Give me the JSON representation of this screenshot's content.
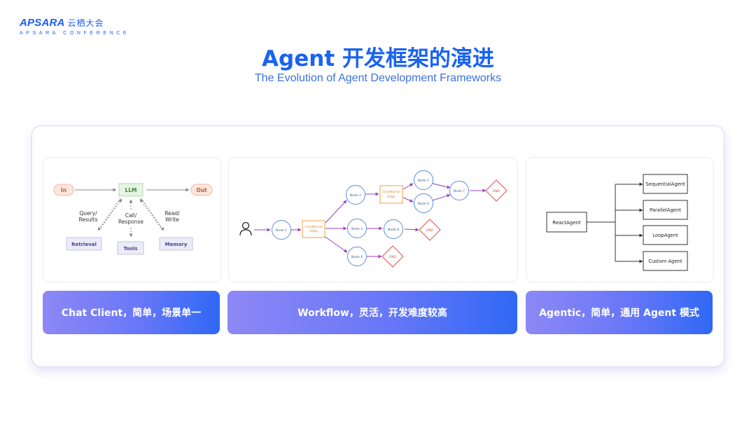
{
  "brand": {
    "name": "APSARA",
    "cn": "云栖大会",
    "sub": "APSARA CONFERENCE"
  },
  "title": "Agent 开发框架的演进",
  "subtitle": "The Evolution of Agent Development Frameworks",
  "chat_client": {
    "in": "In",
    "llm": "LLM",
    "out": "Out",
    "query_1": "Query/",
    "query_2": "Results",
    "call_1": "Call/",
    "call_2": "Response",
    "read_1": "Read/",
    "read_2": "Write",
    "retrieval": "Retrieval",
    "tools": "Tools",
    "memory": "Memory",
    "label": "Chat Client，简单，场景单一"
  },
  "workflow": {
    "node1": "Node 1",
    "node2": "Node 2",
    "node3": "Node 3",
    "node4": "Node 4",
    "node5": "Node 5",
    "node6": "Node 6",
    "node7": "Node 7",
    "node8": "Node 8",
    "cond_1": "Conditional",
    "cond_2": "Edge",
    "end": "END",
    "label": "Workflow，灵活，开发难度较高"
  },
  "agentic": {
    "react": "ReactAgent",
    "sequential": "SequentialAgent",
    "parallel": "ParallelAgent",
    "loop": "LoopAgent",
    "custom": "Custom Agent",
    "label": "Agentic，简单，通用 Agent 模式"
  },
  "colors": {
    "accent": "#1a63f2",
    "conditional": "#f0a040",
    "end": "#e05050",
    "node": "#5b8fd8",
    "edge": "#9b3fc0"
  }
}
